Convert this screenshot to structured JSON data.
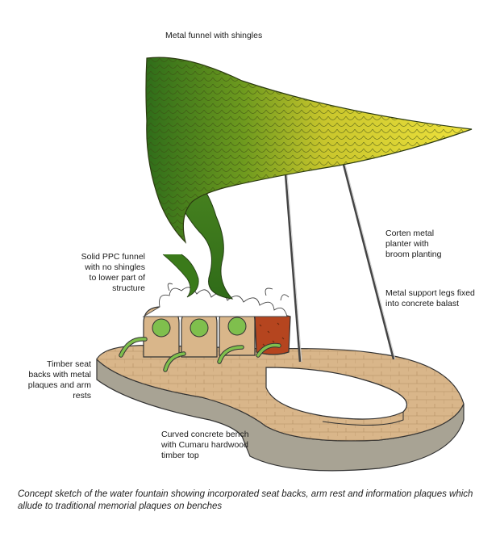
{
  "labels": {
    "funnel_top": "Metal funnel with shingles",
    "ppc_funnel": "Solid PPC funnel\nwith no shingles\nto lower part of\nstructure",
    "corten": "Corten metal\nplanter with\nbroom planting",
    "support_legs": "Metal support legs fixed\ninto concrete balast",
    "timber_seat": "Timber seat\nbacks with metal\nplaques and arm\nrests",
    "bench": "Curved concrete bench\nwith Cumaru hardwood\ntimber top"
  },
  "caption": "Concept sketch of the water fountain showing incorporated seat backs, arm rest and information plaques which allude to traditional memorial plaques on benches",
  "colors": {
    "shingle_yellow": "#e4d93a",
    "shingle_green": "#3f7a1c",
    "bench_top": "#d9b68a",
    "bench_side": "#a8a394",
    "planter": "#b5451f",
    "arm_rest": "#7fbf4d"
  }
}
